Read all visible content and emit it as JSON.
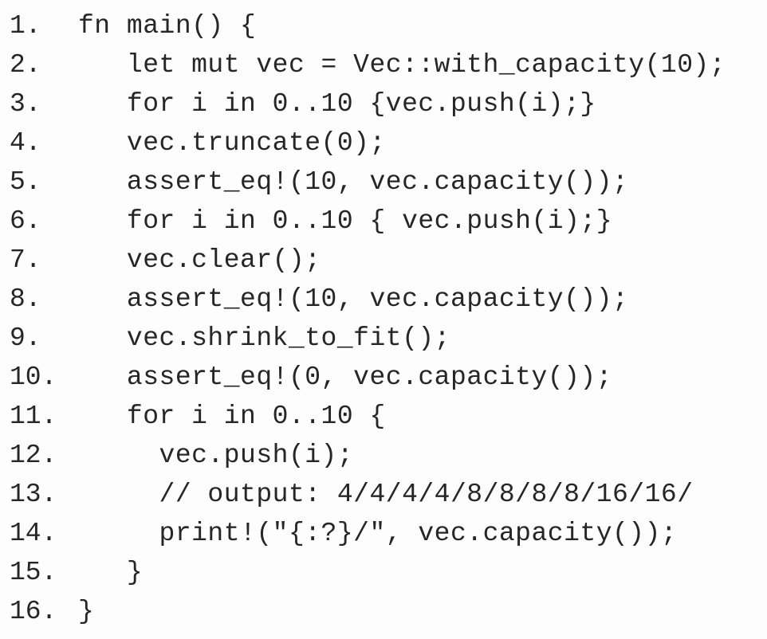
{
  "language": "rust",
  "colors": {
    "background": "#fdfdfd",
    "text": "#262626"
  },
  "lines": [
    {
      "num": "1.",
      "src": "fn main() {"
    },
    {
      "num": "2.",
      "src": "   let mut vec = Vec::with_capacity(10);"
    },
    {
      "num": "3.",
      "src": "   for i in 0..10 {vec.push(i);}"
    },
    {
      "num": "4.",
      "src": "   vec.truncate(0);"
    },
    {
      "num": "5.",
      "src": "   assert_eq!(10, vec.capacity());"
    },
    {
      "num": "6.",
      "src": "   for i in 0..10 { vec.push(i);}"
    },
    {
      "num": "7.",
      "src": "   vec.clear();"
    },
    {
      "num": "8.",
      "src": "   assert_eq!(10, vec.capacity());"
    },
    {
      "num": "9.",
      "src": "   vec.shrink_to_fit();"
    },
    {
      "num": "10.",
      "src": "   assert_eq!(0, vec.capacity());"
    },
    {
      "num": "11.",
      "src": "   for i in 0..10 {"
    },
    {
      "num": "12.",
      "src": "     vec.push(i);"
    },
    {
      "num": "13.",
      "src": "     // output: 4/4/4/4/8/8/8/8/16/16/"
    },
    {
      "num": "14.",
      "src": "     print!(\"{:?}/\", vec.capacity());"
    },
    {
      "num": "15.",
      "src": "   }"
    },
    {
      "num": "16.",
      "src": "}"
    }
  ]
}
